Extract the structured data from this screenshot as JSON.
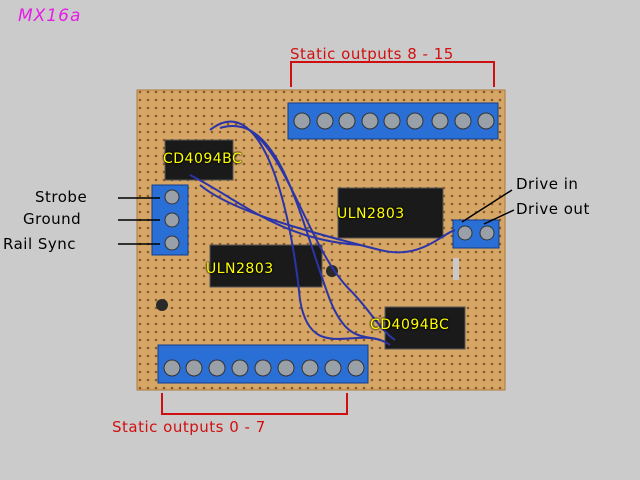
{
  "title": "MX16a",
  "colors": {
    "background": "#cbcbcb",
    "title": "#e51ee5",
    "red_label": "#d01010",
    "chip_label": "#ffff00",
    "board": "#d4a262",
    "terminal_block": "#2a6fd6",
    "chip": "#1a1a1a",
    "wire": "#2b35a8"
  },
  "labels": {
    "static_top": "Static outputs 8 - 15",
    "static_bottom": "Static outputs 0 - 7",
    "strobe": "Strobe",
    "ground": "Ground",
    "rail_sync": "Rail Sync",
    "drive_in": "Drive in",
    "drive_out": "Drive out"
  },
  "chips": {
    "cd4094_top": "CD4094BC",
    "uln2803_right": "ULN2803",
    "uln2803_left": "ULN2803",
    "cd4094_bottom": "CD4094BC"
  }
}
